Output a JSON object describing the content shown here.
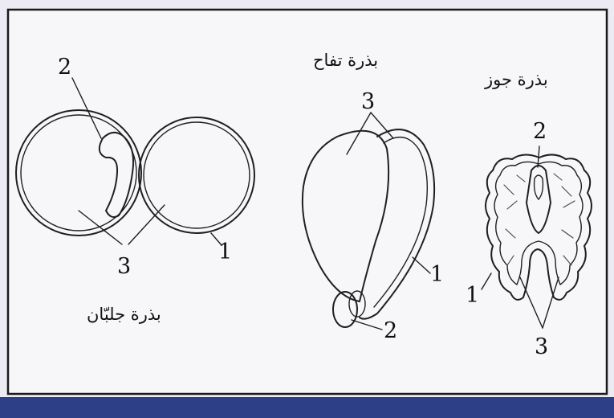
{
  "figures": {
    "pea": {
      "caption": "بذرة جلبّان",
      "labels": {
        "one": "1",
        "two": "2",
        "three": "3"
      }
    },
    "apple": {
      "caption": "بذرة تفاح",
      "labels": {
        "one": "1",
        "two": "2",
        "three": "3"
      }
    },
    "walnut": {
      "caption": "بذرة جوز",
      "labels": {
        "one": "1",
        "two": "2",
        "three": "3"
      }
    }
  }
}
